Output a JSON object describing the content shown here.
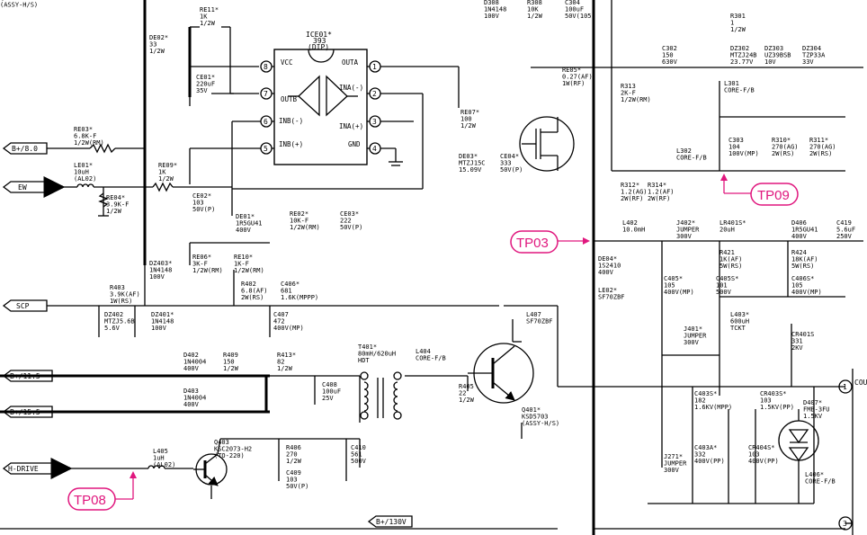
{
  "signals": {
    "b8": "B+/8.0",
    "ew": "EW",
    "scp": "SCP",
    "b115": "B+/11.5",
    "b155": "B+/15.5",
    "hdrive": "H-DRIVE",
    "b130": "B+/130V"
  },
  "tps": {
    "tp09": "TP09",
    "tp03": "TP03",
    "tp08": "TP08"
  },
  "ic": {
    "ref": "ICE01*",
    "type": "393",
    "pkg": "(DIP)",
    "vcc": "VCC",
    "outa": "OUTA",
    "outb": "OUTB",
    "ina_m": "INA(-)",
    "ina_p": "INA(+)",
    "inb_m": "INB(-)",
    "inb_p": "INB(+)",
    "gnd": "GND",
    "p1": "1",
    "p2": "2",
    "p3": "3",
    "p4": "4",
    "p5": "5",
    "p6": "6",
    "p7": "7",
    "p8": "8"
  },
  "conn": {
    "n1": "1",
    "n3": "3",
    "cou": "COU"
  },
  "parts": [
    {
      "id": "re11",
      "lines": [
        "RE11*",
        "1K",
        "1/2W"
      ]
    },
    {
      "id": "de02",
      "lines": [
        "DE02*",
        "33",
        "1/2W"
      ]
    },
    {
      "id": "ce01",
      "lines": [
        "CE01*",
        "220uF",
        "35V"
      ]
    },
    {
      "id": "re03",
      "lines": [
        "RE03*",
        "6.8K-F",
        "1/2W(RM)"
      ]
    },
    {
      "id": "le01",
      "lines": [
        "LE01*",
        "10uH",
        "(AL02)"
      ]
    },
    {
      "id": "re04",
      "lines": [
        "RE04*",
        "3.9K-F",
        "1/2W"
      ]
    },
    {
      "id": "re09",
      "lines": [
        "RE09*",
        "1K",
        "1/2W"
      ]
    },
    {
      "id": "ce02",
      "lines": [
        "CE02*",
        "103",
        "50V(P)"
      ]
    },
    {
      "id": "de01",
      "lines": [
        "DE01*",
        "1R5GU41",
        "400V"
      ]
    },
    {
      "id": "re02",
      "lines": [
        "RE02*",
        "10K-F",
        "1/2W(RM)"
      ]
    },
    {
      "id": "ce03",
      "lines": [
        "CE03*",
        "222",
        "50V(P)"
      ]
    },
    {
      "id": "re06",
      "lines": [
        "RE06*",
        "3K-F",
        "1/2W(RM)"
      ]
    },
    {
      "id": "re10",
      "lines": [
        "RE10*",
        "1K-F",
        "1/2W(RM)"
      ]
    },
    {
      "id": "dz403",
      "lines": [
        "DZ403*",
        "1N4148",
        "100V"
      ]
    },
    {
      "id": "r403",
      "lines": [
        "R403",
        "3.9K(AF)",
        "1W(RS)"
      ]
    },
    {
      "id": "dz402",
      "lines": [
        "DZ402",
        "MTZJ5.6B",
        "5.6V"
      ]
    },
    {
      "id": "dz401",
      "lines": [
        "DZ401*",
        "1N4148",
        "100V"
      ]
    },
    {
      "id": "r402",
      "lines": [
        "R402",
        "6.8(AF)",
        "2W(RS)"
      ]
    },
    {
      "id": "c406",
      "lines": [
        "C406*",
        "681",
        "1.6K(MPPP)"
      ]
    },
    {
      "id": "c407",
      "lines": [
        "C407",
        "472",
        "400V(MP)"
      ]
    },
    {
      "id": "re07",
      "lines": [
        "RE07*",
        "100",
        "1/2W"
      ]
    },
    {
      "id": "de03",
      "lines": [
        "DE03*",
        "MTZJ15C",
        "15.09V"
      ]
    },
    {
      "id": "ce04",
      "lines": [
        "CE04*",
        "333",
        "50V(P)"
      ]
    },
    {
      "id": "re05",
      "lines": [
        "RE05*",
        "0.27(AF)",
        "1W(RF)"
      ]
    },
    {
      "id": "qe01",
      "lines": [
        "QE01*",
        "(ASSY-H/S)"
      ]
    },
    {
      "id": "d308",
      "lines": [
        "D308",
        "1N4148",
        "100V"
      ]
    },
    {
      "id": "r308",
      "lines": [
        "R308",
        "10K",
        "1/2W"
      ]
    },
    {
      "id": "c304",
      "lines": [
        "C304",
        "100uF",
        "50V(105)"
      ]
    },
    {
      "id": "r301",
      "lines": [
        "R301",
        "1",
        "1/2W"
      ]
    },
    {
      "id": "c302",
      "lines": [
        "C302",
        "150",
        "630V"
      ]
    },
    {
      "id": "dz302",
      "lines": [
        "DZ302",
        "MTZJ24B",
        "23.77V"
      ]
    },
    {
      "id": "dz303",
      "lines": [
        "DZ303",
        "UZ39BSB",
        "10V"
      ]
    },
    {
      "id": "dz304",
      "lines": [
        "DZ304",
        "TZP33A",
        "33V"
      ]
    },
    {
      "id": "l301",
      "lines": [
        "L301",
        "CORE-F/B"
      ]
    },
    {
      "id": "r313",
      "lines": [
        "R313",
        "2K-F",
        "1/2W(RM)"
      ]
    },
    {
      "id": "c303",
      "lines": [
        "C303",
        "104",
        "100V(MP)"
      ]
    },
    {
      "id": "r310",
      "lines": [
        "R310*",
        "270(AG)",
        "2W(RS)"
      ]
    },
    {
      "id": "r311",
      "lines": [
        "R311*",
        "270(AG)",
        "2W(RS)"
      ]
    },
    {
      "id": "l302",
      "lines": [
        "L302",
        "CORE-F/B"
      ]
    },
    {
      "id": "r312",
      "lines": [
        "R312*",
        "1.2(AG)",
        "2W(RF)"
      ]
    },
    {
      "id": "r314",
      "lines": [
        "R314*",
        "1.2(AF)",
        "2W(RF)"
      ]
    },
    {
      "id": "l402",
      "lines": [
        "L402",
        "10.0mH"
      ]
    },
    {
      "id": "j402",
      "lines": [
        "J402*",
        "JUMPER",
        "300V"
      ]
    },
    {
      "id": "lr401",
      "lines": [
        "LR401S*",
        "20uH"
      ]
    },
    {
      "id": "d406",
      "lines": [
        "D406",
        "1R5GU41",
        "400V"
      ]
    },
    {
      "id": "c419",
      "lines": [
        "C419",
        "5.6uF",
        "250V"
      ]
    },
    {
      "id": "de04",
      "lines": [
        "DE04*",
        "1S2410",
        "400V"
      ]
    },
    {
      "id": "le02",
      "lines": [
        "LE02*",
        "SF70ZBF"
      ]
    },
    {
      "id": "r421",
      "lines": [
        "R421",
        "1K(AF)",
        "5W(RS)"
      ]
    },
    {
      "id": "r424",
      "lines": [
        "R424",
        "18K(AF)",
        "5W(RS)"
      ]
    },
    {
      "id": "c405",
      "lines": [
        "C405*",
        "105",
        "400V(MP)"
      ]
    },
    {
      "id": "c405s",
      "lines": [
        "C405S*",
        "101",
        "500V"
      ]
    },
    {
      "id": "c406s",
      "lines": [
        "C406S*",
        "105",
        "400V(MP)"
      ]
    },
    {
      "id": "l407",
      "lines": [
        "L407",
        "SF70ZBF"
      ]
    },
    {
      "id": "l403",
      "lines": [
        "L403*",
        "600uH",
        "TCKT"
      ]
    },
    {
      "id": "cr401",
      "lines": [
        "CR401S",
        "331",
        "2KV"
      ]
    },
    {
      "id": "j401",
      "lines": [
        "J401*",
        "JUMPER",
        "300V"
      ]
    },
    {
      "id": "d402",
      "lines": [
        "D402",
        "1N4004",
        "400V"
      ]
    },
    {
      "id": "r409",
      "lines": [
        "R409",
        "150",
        "1/2W"
      ]
    },
    {
      "id": "r413",
      "lines": [
        "R413*",
        "82",
        "1/2W"
      ]
    },
    {
      "id": "c408",
      "lines": [
        "C408",
        "100uF",
        "25V"
      ]
    },
    {
      "id": "t401",
      "lines": [
        "T401*",
        "80mH/620uH",
        "HDT"
      ]
    },
    {
      "id": "l404",
      "lines": [
        "L404",
        "CORE-F/B"
      ]
    },
    {
      "id": "r405",
      "lines": [
        "R405",
        "22",
        "1/2W"
      ]
    },
    {
      "id": "d403",
      "lines": [
        "D403",
        "1N4004",
        "400V"
      ]
    },
    {
      "id": "q401",
      "lines": [
        "Q401*",
        "KSD5703",
        "(ASSY-H/S)"
      ]
    },
    {
      "id": "c403s",
      "lines": [
        "C403S*",
        "182",
        "1.6KV(MPP)"
      ]
    },
    {
      "id": "cr403s",
      "lines": [
        "CR403S*",
        "103",
        "1.5KV(PP)"
      ]
    },
    {
      "id": "d407",
      "lines": [
        "D407*",
        "FMB-3FU",
        "1.5KV"
      ]
    },
    {
      "id": "j271",
      "lines": [
        "J271*",
        "JUMPER",
        "300V"
      ]
    },
    {
      "id": "c403a",
      "lines": [
        "C403A*",
        "332",
        "400V(PP)"
      ]
    },
    {
      "id": "cr404s",
      "lines": [
        "CR404S*",
        "103",
        "400V(PP)"
      ]
    },
    {
      "id": "l406",
      "lines": [
        "L406*",
        "CORE-F/B"
      ]
    },
    {
      "id": "l405",
      "lines": [
        "L405",
        "1uH",
        "(AL02)"
      ]
    },
    {
      "id": "q403",
      "lines": [
        "Q403",
        "KSC2073-H2",
        "(TO-220)"
      ]
    },
    {
      "id": "r406",
      "lines": [
        "R406",
        "270",
        "1/2W"
      ]
    },
    {
      "id": "c409",
      "lines": [
        "C409",
        "103",
        "50V(P)"
      ]
    },
    {
      "id": "c410",
      "lines": [
        "C410",
        "561",
        "500V"
      ]
    }
  ]
}
